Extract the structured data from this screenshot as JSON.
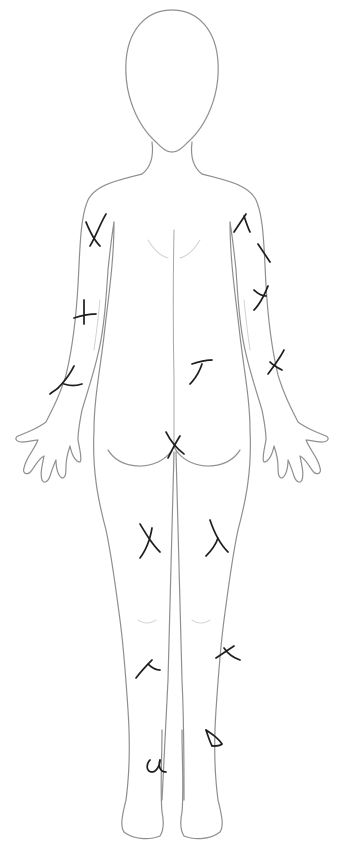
{
  "figure": {
    "view": "posterior",
    "outline_color": "#8f8f8f",
    "mark_color": "#1d1d1d",
    "background": "#ffffff"
  },
  "marks": [
    {
      "name": "mark-right-upper-arm"
    },
    {
      "name": "mark-right-mid-arm"
    },
    {
      "name": "mark-right-forearm"
    },
    {
      "name": "mark-left-shoulder"
    },
    {
      "name": "mark-left-upper-arm"
    },
    {
      "name": "mark-left-forearm"
    },
    {
      "name": "mark-lower-back"
    },
    {
      "name": "mark-sacrum"
    },
    {
      "name": "mark-right-thigh"
    },
    {
      "name": "mark-left-thigh"
    },
    {
      "name": "mark-right-calf"
    },
    {
      "name": "mark-left-calf"
    },
    {
      "name": "mark-right-ankle"
    },
    {
      "name": "mark-left-ankle"
    }
  ]
}
